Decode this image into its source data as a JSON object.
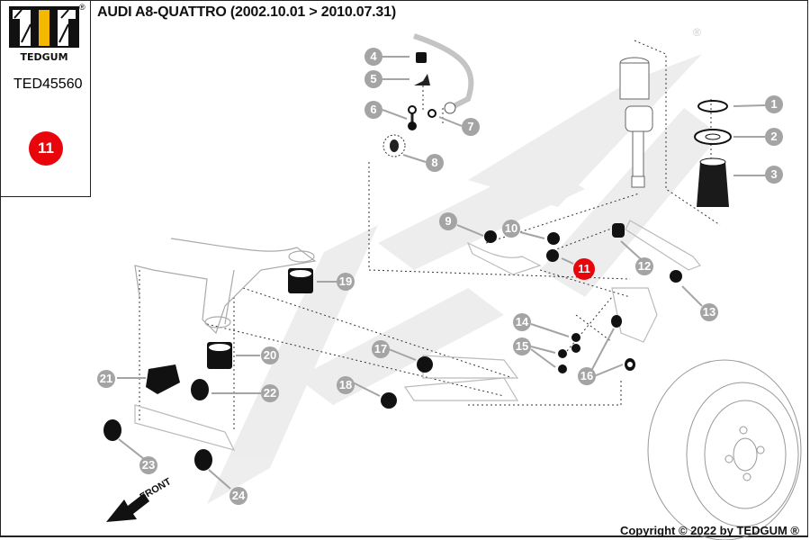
{
  "brand": {
    "name": "TEDGUM",
    "registered": "®",
    "part_number": "TED45560",
    "selected_position": "11",
    "accent_color": "#e8060c",
    "logo_yellow": "#f5b800"
  },
  "header": {
    "title": "AUDI A8-QUATTRO (2002.10.01 > 2010.07.31)"
  },
  "diagram": {
    "watermark": "TEDGUM",
    "callout_color": "#a4a4a4",
    "callouts": [
      {
        "label": "1"
      },
      {
        "label": "2"
      },
      {
        "label": "3"
      },
      {
        "label": "4"
      },
      {
        "label": "5"
      },
      {
        "label": "6"
      },
      {
        "label": "7"
      },
      {
        "label": "8"
      },
      {
        "label": "9"
      },
      {
        "label": "10"
      },
      {
        "label": "11",
        "active": true
      },
      {
        "label": "12"
      },
      {
        "label": "13"
      },
      {
        "label": "14"
      },
      {
        "label": "15"
      },
      {
        "label": "16"
      },
      {
        "label": "17"
      },
      {
        "label": "18"
      },
      {
        "label": "19"
      },
      {
        "label": "20"
      },
      {
        "label": "21"
      },
      {
        "label": "22"
      },
      {
        "label": "23"
      },
      {
        "label": "24"
      }
    ],
    "direction_label": "FRONT"
  },
  "footer": {
    "copyright": "Copyright © 2022 by TEDGUM ®"
  }
}
